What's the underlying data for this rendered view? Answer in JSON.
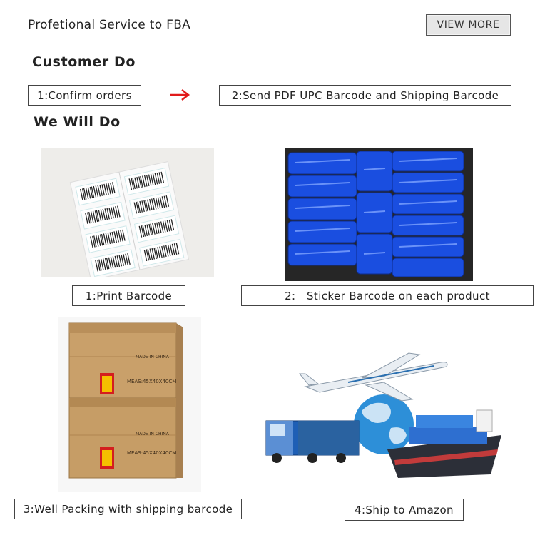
{
  "header": {
    "title": "Profetional Service to FBA",
    "view_more": "VIEW MORE"
  },
  "customer": {
    "heading": "Customer Do",
    "steps": [
      "1:Confirm orders",
      "2:Send PDF UPC Barcode and Shipping Barcode"
    ]
  },
  "we": {
    "heading": "We Will Do",
    "steps": [
      "1:Print Barcode",
      "2:   Sticker Barcode on each product",
      "3:Well Packing with shipping barcode",
      "4:Ship to Amazon"
    ]
  },
  "box_print": {
    "made_in": "MADE IN CHINA",
    "meas": "MEAS:45X40X40CM"
  },
  "colors": {
    "arrow": "#e11b1b",
    "package_blue": "#1a4ee0",
    "carton": "#c9a06a"
  },
  "icons": [
    "arrow-right-icon"
  ]
}
